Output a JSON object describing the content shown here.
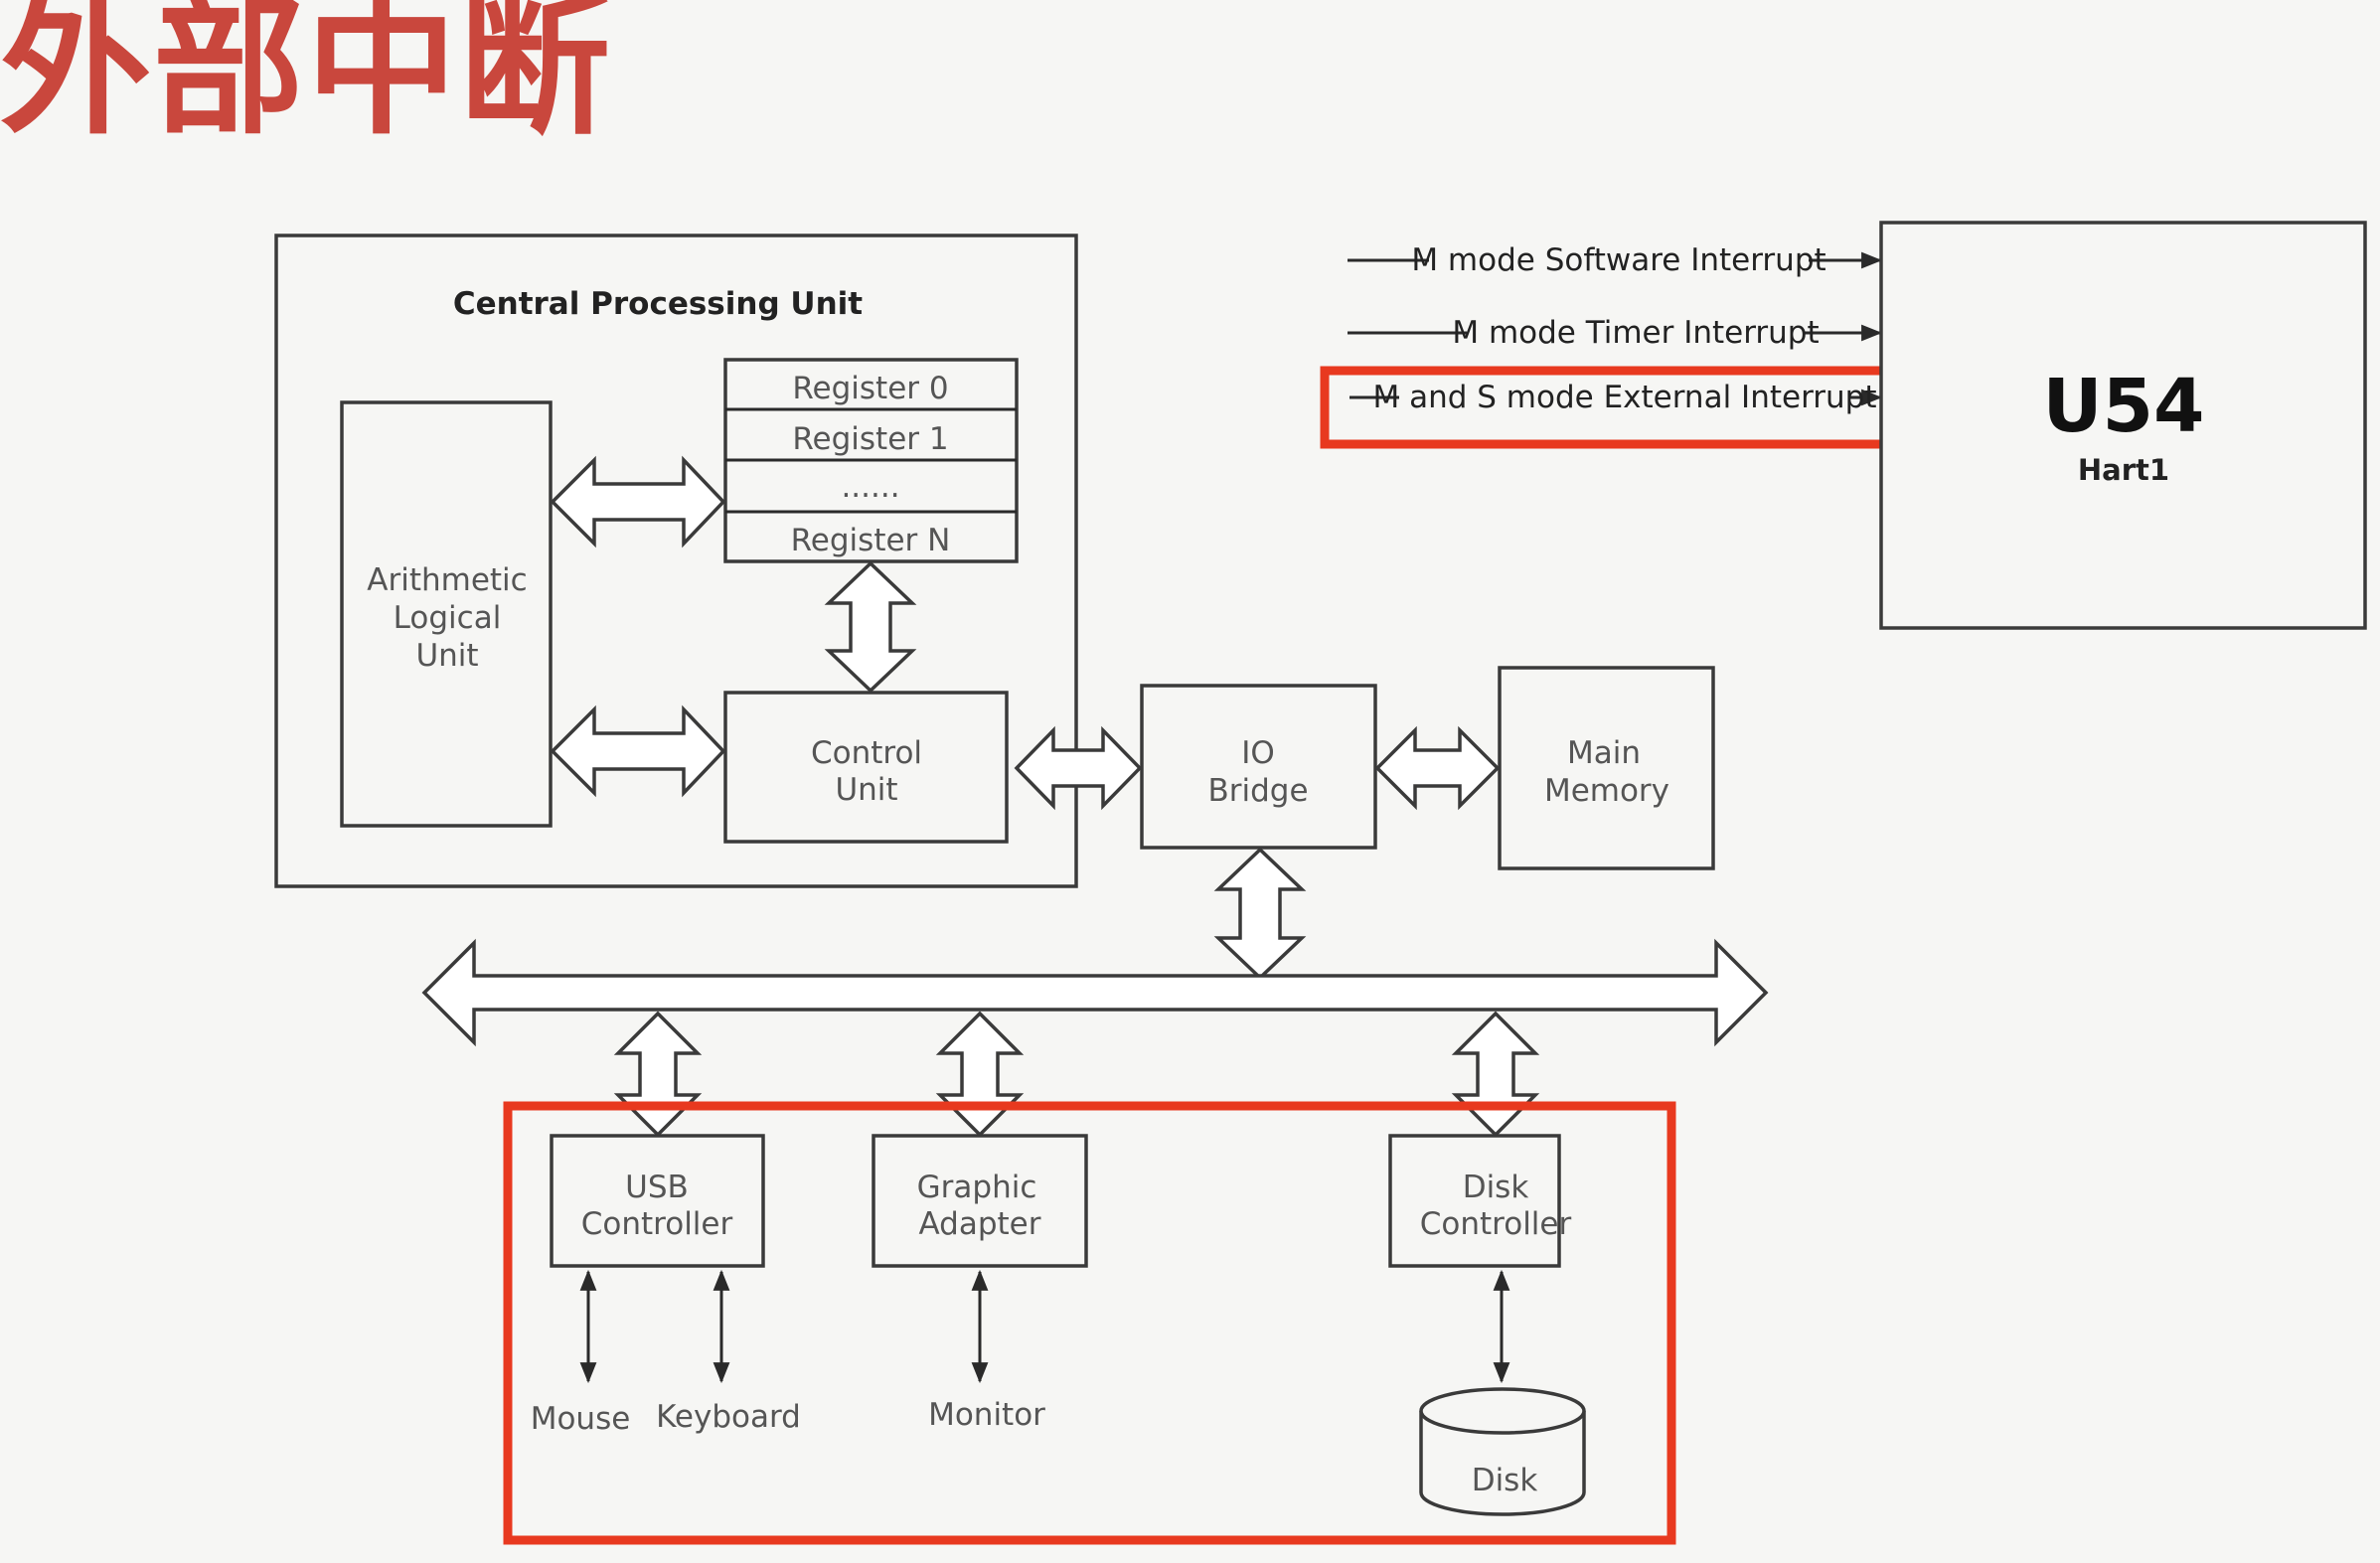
{
  "slide_title": "外部中断",
  "cpu": {
    "title": "Central Processing Unit",
    "registers": [
      "Register 0",
      "Register 1",
      "......",
      "Register N"
    ],
    "alu": [
      "Arithmetic",
      "Logical",
      "Unit"
    ],
    "control_unit": [
      "Control",
      "Unit"
    ]
  },
  "io_bridge": [
    "IO",
    "Bridge"
  ],
  "main_memory": [
    "Main",
    "Memory"
  ],
  "devices": {
    "usb_controller": [
      "USB",
      "Controller"
    ],
    "graphic_adapter": [
      "Graphic",
      "Adapter"
    ],
    "disk_controller": [
      "Disk",
      "Controller"
    ],
    "mouse": "Mouse",
    "keyboard": "Keyboard",
    "monitor": "Monitor",
    "disk": "Disk"
  },
  "interrupts": [
    "M mode Software Interrupt",
    "M mode Timer Interrupt",
    "M and S mode External Interrupt"
  ],
  "hart": {
    "name": "U54",
    "sub": "Hart1"
  },
  "colors": {
    "title": "#c9473d",
    "highlight": "#e8391f",
    "stroke": "#3a3a3a"
  }
}
